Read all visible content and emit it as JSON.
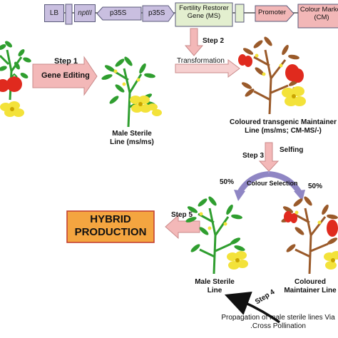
{
  "construct": {
    "lb": "LB",
    "nptii": "nptII",
    "p35s_a": "p35S",
    "p35s_b": "p35S",
    "fertility_restorer": "Fertility Restorer Gene (MS)",
    "promoter": "Promoter",
    "colour_marker": "Colour Marker (CM)"
  },
  "steps": {
    "step1": "Step 1",
    "gene_editing": "Gene Editing",
    "step2": "Step 2",
    "transformation": "Transformation",
    "step3": "Step 3",
    "selfing": "Selfing",
    "colour_selection": "Colour Selection",
    "step4": "Step 4",
    "step5": "Step 5"
  },
  "labels": {
    "male_sterile_top": "Male Sterile Line (ms/ms)",
    "coloured_transgenic": "Coloured transgenic Maintainer Line (ms/ms; CM-MS/-)",
    "percent_left": "50%",
    "percent_right": "50%",
    "male_sterile_bottom": "Male Sterile Line",
    "coloured_maintainer": "Coloured Maintainer Line",
    "hybrid_production": "HYBRID PRODUCTION",
    "propagation": "Propagation of male sterile lines Via .Cross Pollination"
  },
  "colors": {
    "construct_fill": "#c9bfe0",
    "restorer_fill": "#e3efcf",
    "promoter_fill": "#f2b7b7",
    "pink_arrow": "#f3b8b8",
    "hybrid_fill": "#f4a540",
    "green_plant": "#2f9e2f",
    "brown_plant": "#9a5a2a",
    "tomato_red": "#e02a1e",
    "flower_yellow": "#f3e23a",
    "colour_selection_arrow": "#8f86c4"
  }
}
